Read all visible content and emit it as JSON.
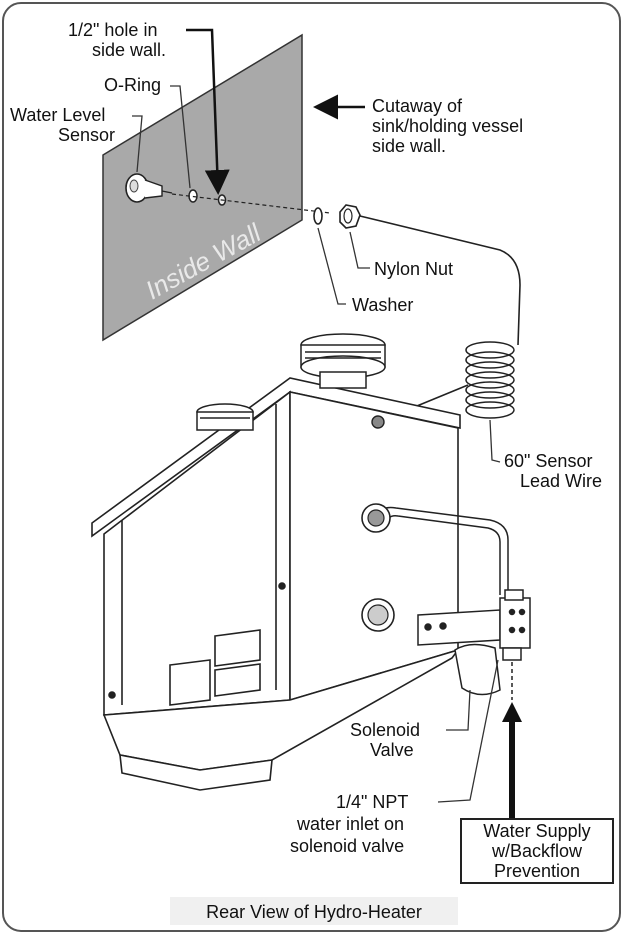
{
  "labels": {
    "hole": [
      "1/2\" hole in",
      "side wall."
    ],
    "oring": "O-Ring",
    "sensor": [
      "Water Level",
      "Sensor"
    ],
    "cutaway": [
      "Cutaway of",
      "sink/holding vessel",
      "side wall."
    ],
    "inside_wall": "Inside Wall",
    "nylon_nut": "Nylon Nut",
    "washer": "Washer",
    "lead_wire": [
      "60\" Sensor",
      "Lead Wire"
    ],
    "solenoid": [
      "Solenoid",
      "Valve"
    ],
    "npt": [
      "1/4\" NPT",
      "water inlet on",
      "solenoid valve"
    ],
    "supply": [
      "Water Supply",
      "w/Backflow",
      "Prevention"
    ],
    "caption": "Rear View of Hydro-Heater"
  },
  "colors": {
    "wall": "#a9a9a9",
    "heater_body": "#ffffff",
    "outline": "#222222",
    "frame": "#555555"
  }
}
